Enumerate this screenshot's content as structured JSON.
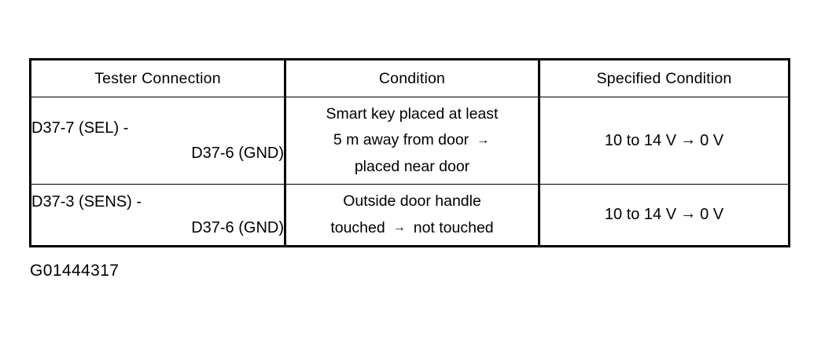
{
  "table": {
    "headers": [
      "Tester Connection",
      "Condition",
      "Specified Condition"
    ],
    "rows": [
      {
        "connection_line_1": "D37-7 (SEL) -",
        "connection_line_2": "D37-6 (GND)",
        "condition_line_1": "Smart key placed at least",
        "condition_line_2": "5 m away from door",
        "condition_arrow_1": "→",
        "condition_line_3": "placed near door",
        "specified_from": "10 to 14 V",
        "specified_arrow": "→",
        "specified_to": "0 V"
      },
      {
        "connection_line_1": "D37-3 (SENS) -",
        "connection_line_2": "D37-6 (GND)",
        "condition_line_1": "Outside door handle",
        "condition_line_2a": "touched",
        "condition_arrow_2": "→",
        "condition_line_2b": "not touched",
        "specified_from": "10 to 14 V",
        "specified_arrow": "→",
        "specified_to": "0 V"
      }
    ]
  },
  "caption": "G01444317",
  "colors": {
    "background": "#ffffff",
    "text": "#000000",
    "border": "#000000"
  }
}
